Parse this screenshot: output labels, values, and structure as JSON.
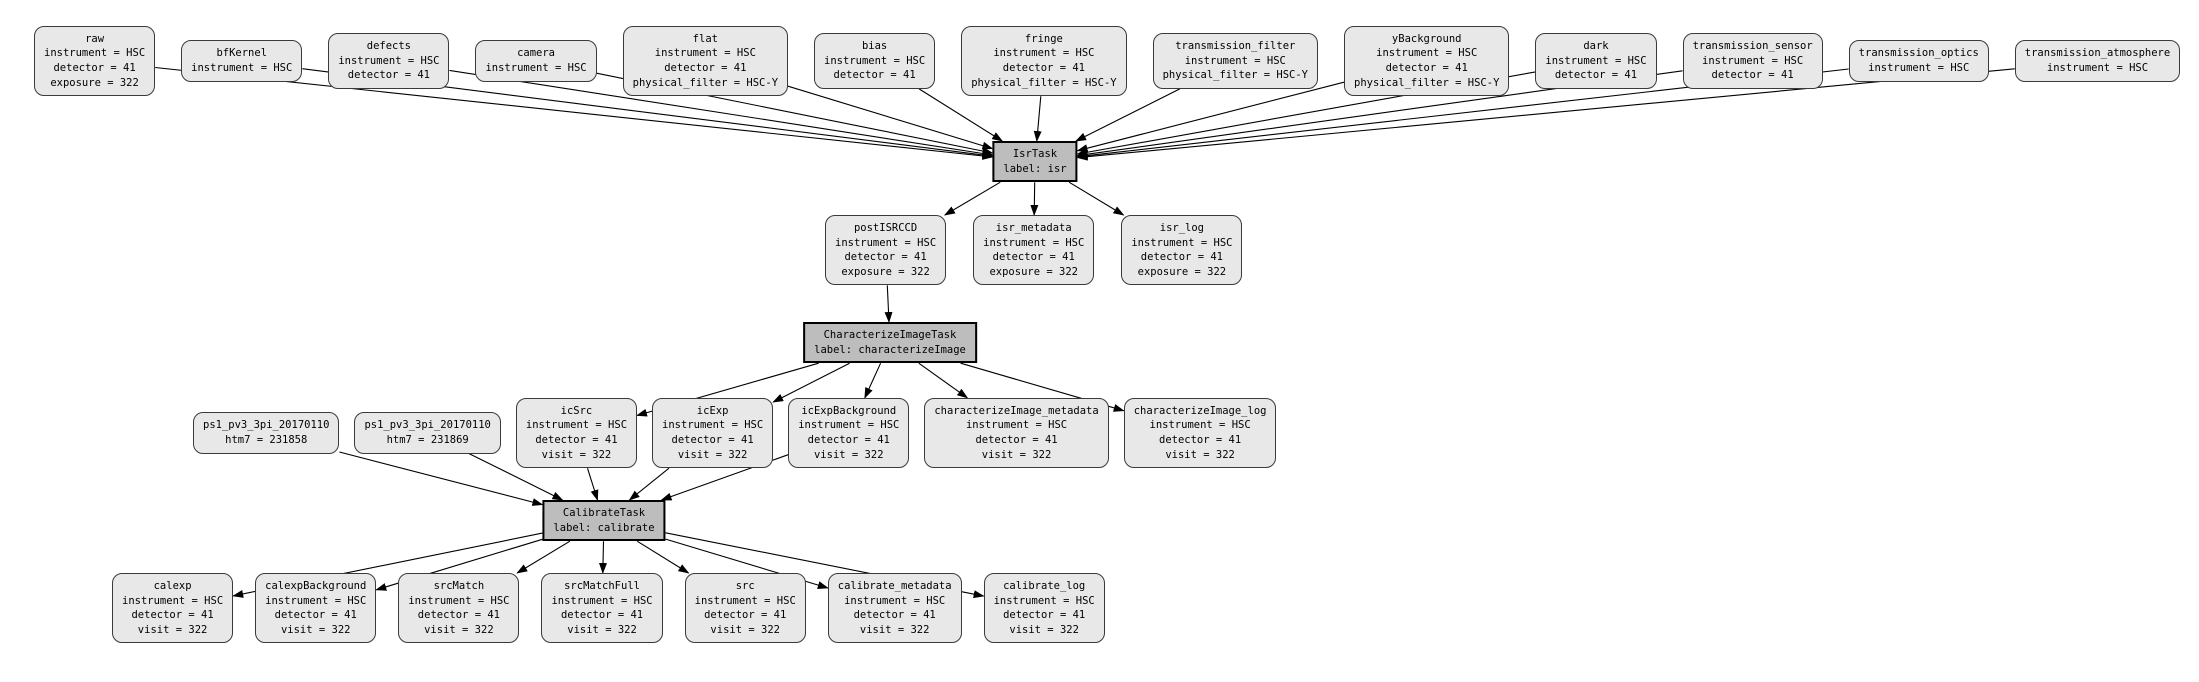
{
  "diagram": {
    "type": "pipeline-quantum-graph",
    "colors": {
      "background": "#ffffff",
      "dataset_fill": "#e8e8e8",
      "dataset_border": "#3a3a3a",
      "task_fill": "#bdbdbd",
      "task_border": "#000000",
      "edge": "#000000",
      "text": "#000000"
    },
    "nodes": {
      "raw": {
        "kind": "dataset",
        "lines": [
          "raw",
          "instrument = HSC",
          "detector = 41",
          "exposure = 322"
        ]
      },
      "bfKernel": {
        "kind": "dataset",
        "lines": [
          "bfKernel",
          "instrument = HSC"
        ]
      },
      "defects": {
        "kind": "dataset",
        "lines": [
          "defects",
          "instrument = HSC",
          "detector = 41"
        ]
      },
      "camera": {
        "kind": "dataset",
        "lines": [
          "camera",
          "instrument = HSC"
        ]
      },
      "flat": {
        "kind": "dataset",
        "lines": [
          "flat",
          "instrument = HSC",
          "detector = 41",
          "physical_filter = HSC-Y"
        ]
      },
      "bias": {
        "kind": "dataset",
        "lines": [
          "bias",
          "instrument = HSC",
          "detector = 41"
        ]
      },
      "fringe": {
        "kind": "dataset",
        "lines": [
          "fringe",
          "instrument = HSC",
          "detector = 41",
          "physical_filter = HSC-Y"
        ]
      },
      "transmission_filter": {
        "kind": "dataset",
        "lines": [
          "transmission_filter",
          "instrument = HSC",
          "physical_filter = HSC-Y"
        ]
      },
      "yBackground": {
        "kind": "dataset",
        "lines": [
          "yBackground",
          "instrument = HSC",
          "detector = 41",
          "physical_filter = HSC-Y"
        ]
      },
      "dark": {
        "kind": "dataset",
        "lines": [
          "dark",
          "instrument = HSC",
          "detector = 41"
        ]
      },
      "transmission_sensor": {
        "kind": "dataset",
        "lines": [
          "transmission_sensor",
          "instrument = HSC",
          "detector = 41"
        ]
      },
      "transmission_optics": {
        "kind": "dataset",
        "lines": [
          "transmission_optics",
          "instrument = HSC"
        ]
      },
      "transmission_atmosphere": {
        "kind": "dataset",
        "lines": [
          "transmission_atmosphere",
          "instrument = HSC"
        ]
      },
      "isr": {
        "kind": "task",
        "lines": [
          "IsrTask",
          "label: isr"
        ]
      },
      "postISRCCD": {
        "kind": "dataset",
        "lines": [
          "postISRCCD",
          "instrument = HSC",
          "detector = 41",
          "exposure = 322"
        ]
      },
      "isr_metadata": {
        "kind": "dataset",
        "lines": [
          "isr_metadata",
          "instrument = HSC",
          "detector = 41",
          "exposure = 322"
        ]
      },
      "isr_log": {
        "kind": "dataset",
        "lines": [
          "isr_log",
          "instrument = HSC",
          "detector = 41",
          "exposure = 322"
        ]
      },
      "characterizeImage": {
        "kind": "task",
        "lines": [
          "CharacterizeImageTask",
          "label: characterizeImage"
        ]
      },
      "ps1_a": {
        "kind": "dataset",
        "lines": [
          "ps1_pv3_3pi_20170110",
          "htm7 = 231858"
        ]
      },
      "ps1_b": {
        "kind": "dataset",
        "lines": [
          "ps1_pv3_3pi_20170110",
          "htm7 = 231869"
        ]
      },
      "icSrc": {
        "kind": "dataset",
        "lines": [
          "icSrc",
          "instrument = HSC",
          "detector = 41",
          "visit = 322"
        ]
      },
      "icExp": {
        "kind": "dataset",
        "lines": [
          "icExp",
          "instrument = HSC",
          "detector = 41",
          "visit = 322"
        ]
      },
      "icExpBackground": {
        "kind": "dataset",
        "lines": [
          "icExpBackground",
          "instrument = HSC",
          "detector = 41",
          "visit = 322"
        ]
      },
      "characterizeImage_metadata": {
        "kind": "dataset",
        "lines": [
          "characterizeImage_metadata",
          "instrument = HSC",
          "detector = 41",
          "visit = 322"
        ]
      },
      "characterizeImage_log": {
        "kind": "dataset",
        "lines": [
          "characterizeImage_log",
          "instrument = HSC",
          "detector = 41",
          "visit = 322"
        ]
      },
      "calibrate": {
        "kind": "task",
        "lines": [
          "CalibrateTask",
          "label: calibrate"
        ]
      },
      "calexp": {
        "kind": "dataset",
        "lines": [
          "calexp",
          "instrument = HSC",
          "detector = 41",
          "visit = 322"
        ]
      },
      "calexpBackground": {
        "kind": "dataset",
        "lines": [
          "calexpBackground",
          "instrument = HSC",
          "detector = 41",
          "visit = 322"
        ]
      },
      "srcMatch": {
        "kind": "dataset",
        "lines": [
          "srcMatch",
          "instrument = HSC",
          "detector = 41",
          "visit = 322"
        ]
      },
      "srcMatchFull": {
        "kind": "dataset",
        "lines": [
          "srcMatchFull",
          "instrument = HSC",
          "detector = 41",
          "visit = 322"
        ]
      },
      "src": {
        "kind": "dataset",
        "lines": [
          "src",
          "instrument = HSC",
          "detector = 41",
          "visit = 322"
        ]
      },
      "calibrate_metadata": {
        "kind": "dataset",
        "lines": [
          "calibrate_metadata",
          "instrument = HSC",
          "detector = 41",
          "visit = 322"
        ]
      },
      "calibrate_log": {
        "kind": "dataset",
        "lines": [
          "calibrate_log",
          "instrument = HSC",
          "detector = 41",
          "visit = 322"
        ]
      }
    },
    "edges": [
      [
        "raw",
        "isr"
      ],
      [
        "bfKernel",
        "isr"
      ],
      [
        "defects",
        "isr"
      ],
      [
        "camera",
        "isr"
      ],
      [
        "flat",
        "isr"
      ],
      [
        "bias",
        "isr"
      ],
      [
        "fringe",
        "isr"
      ],
      [
        "transmission_filter",
        "isr"
      ],
      [
        "yBackground",
        "isr"
      ],
      [
        "dark",
        "isr"
      ],
      [
        "transmission_sensor",
        "isr"
      ],
      [
        "transmission_optics",
        "isr"
      ],
      [
        "transmission_atmosphere",
        "isr"
      ],
      [
        "isr",
        "postISRCCD"
      ],
      [
        "isr",
        "isr_metadata"
      ],
      [
        "isr",
        "isr_log"
      ],
      [
        "postISRCCD",
        "characterizeImage"
      ],
      [
        "characterizeImage",
        "icSrc"
      ],
      [
        "characterizeImage",
        "icExp"
      ],
      [
        "characterizeImage",
        "icExpBackground"
      ],
      [
        "characterizeImage",
        "characterizeImage_metadata"
      ],
      [
        "characterizeImage",
        "characterizeImage_log"
      ],
      [
        "ps1_a",
        "calibrate"
      ],
      [
        "ps1_b",
        "calibrate"
      ],
      [
        "icSrc",
        "calibrate"
      ],
      [
        "icExp",
        "calibrate"
      ],
      [
        "icExpBackground",
        "calibrate"
      ],
      [
        "calibrate",
        "calexp"
      ],
      [
        "calibrate",
        "calexpBackground"
      ],
      [
        "calibrate",
        "srcMatch"
      ],
      [
        "calibrate",
        "srcMatchFull"
      ],
      [
        "calibrate",
        "src"
      ],
      [
        "calibrate",
        "calibrate_metadata"
      ],
      [
        "calibrate",
        "calibrate_log"
      ]
    ]
  }
}
